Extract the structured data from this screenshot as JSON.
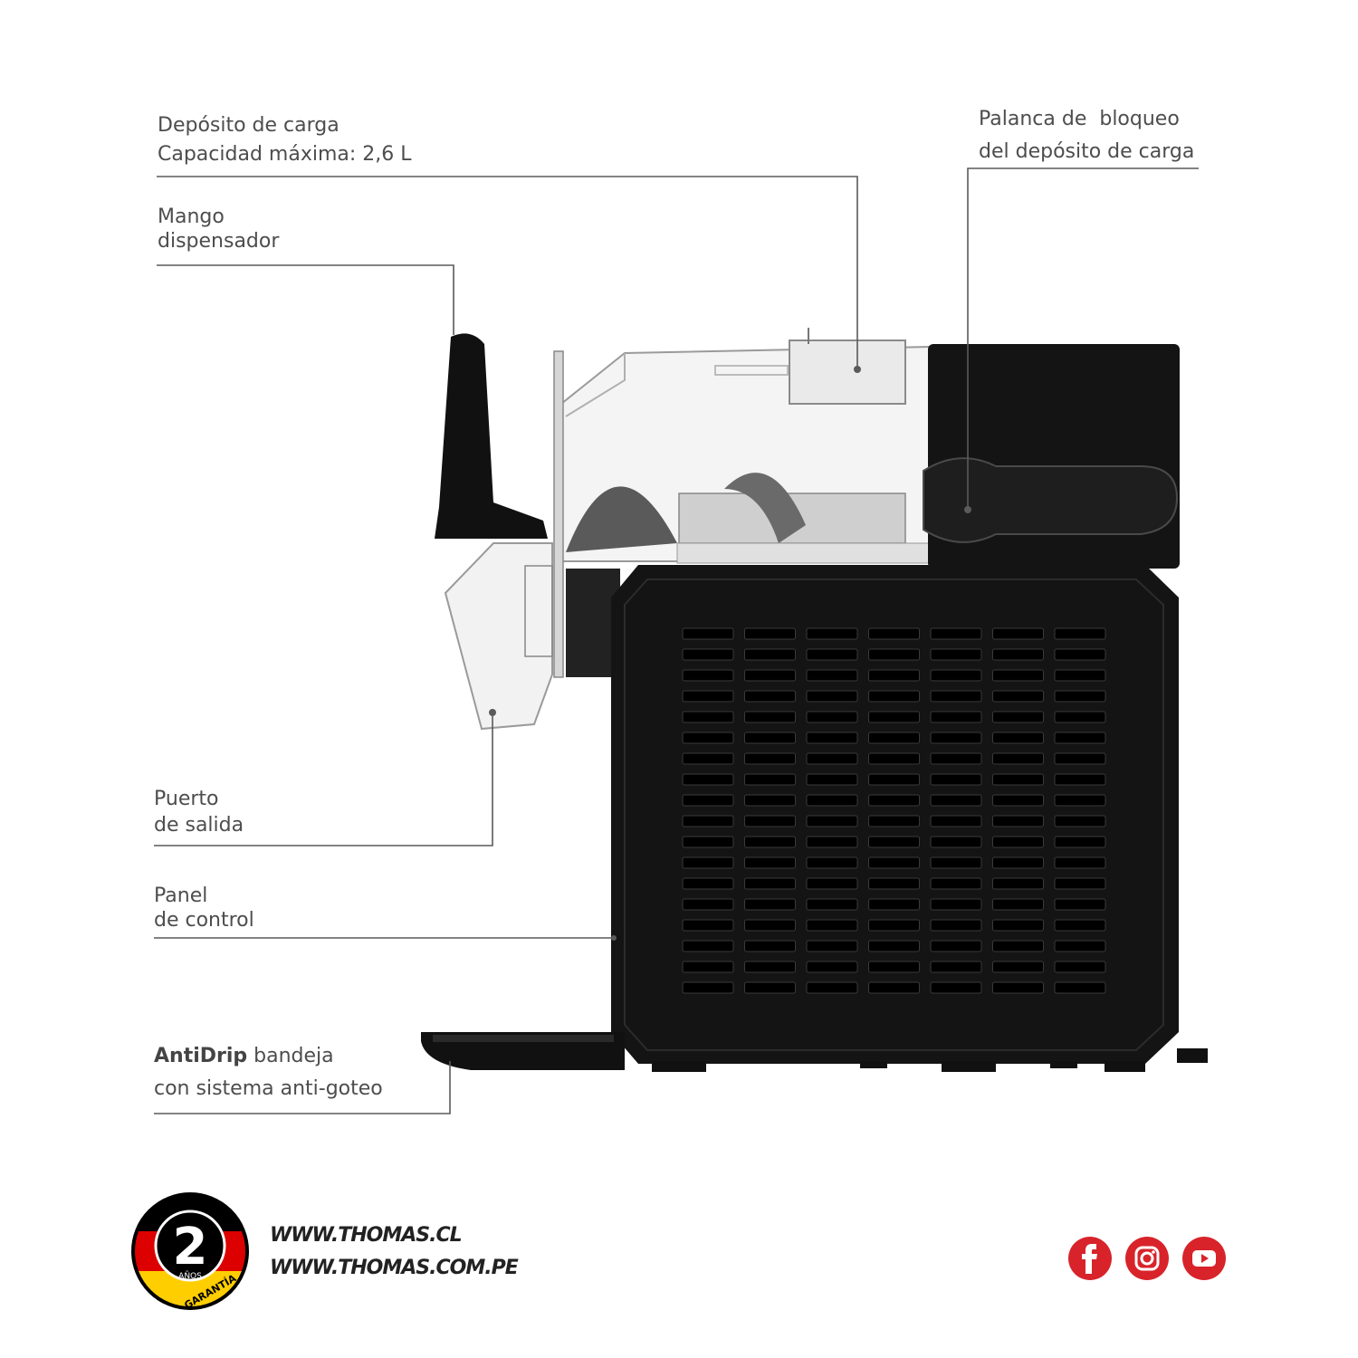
{
  "callouts": {
    "deposito_line1": "Depósito de carga",
    "deposito_line2": "Capacidad máxima: 2,6 L",
    "palanca_line1": "Palanca de  bloqueo",
    "palanca_line2": "del depósito de carga",
    "mango_line1": "Mango",
    "mango_line2": "dispensador",
    "puerto_line1": "Puerto",
    "puerto_line2": "de salida",
    "panel_line1": "Panel",
    "panel_line2": "de control",
    "antidrip_bold": "AntiDrip",
    "antidrip_rest": " bandeja",
    "antidrip_line2": "con sistema anti-goteo"
  },
  "footer": {
    "warranty_number": "2",
    "warranty_years": "AÑOS",
    "warranty_word": "GARANTÍA",
    "url_cl": "WWW.THOMAS.CL",
    "url_pe": "WWW.THOMAS.COM.PE"
  },
  "social_icons": [
    "facebook-icon",
    "instagram-icon",
    "youtube-icon"
  ],
  "colors": {
    "machine": "#111111",
    "leader_line": "#555555",
    "social_red": "#d8232a",
    "flag_black": "#000000",
    "flag_red": "#dd0000",
    "flag_gold": "#ffce00"
  }
}
